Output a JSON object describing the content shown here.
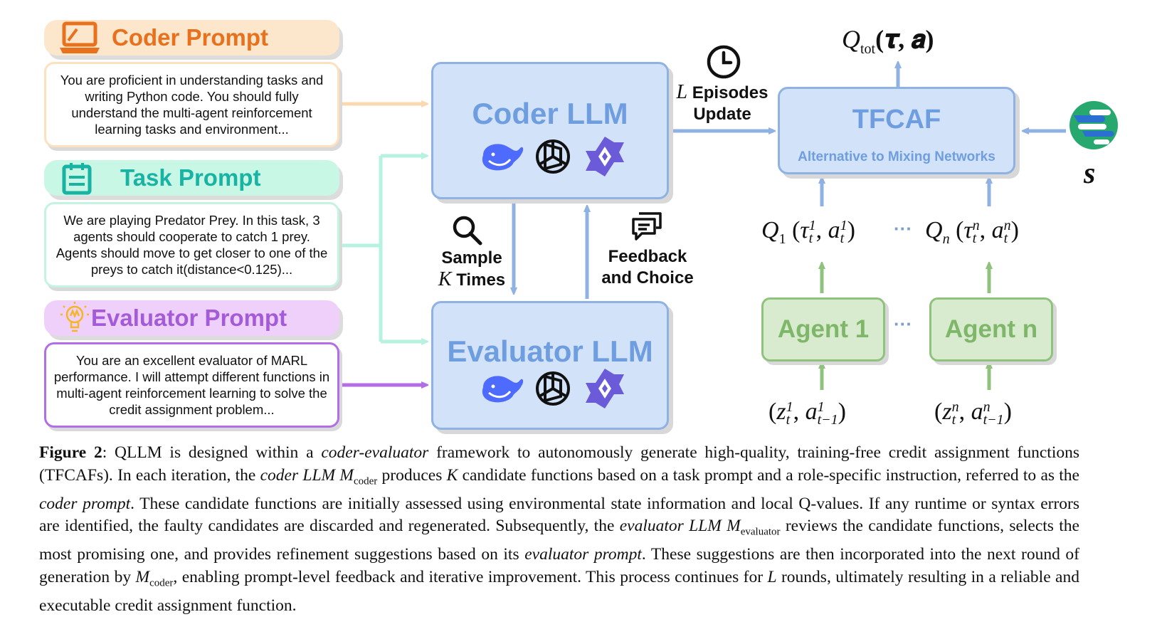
{
  "prompts": {
    "coder": {
      "title": "Coder Prompt",
      "text": "You are proficient in understanding tasks and writing Python code. You should fully understand the multi-agent reinforcement learning tasks and environment..."
    },
    "task": {
      "title": "Task Prompt",
      "text": "We are playing Predator Prey. In this task, 3 agents should cooperate to catch 1 prey. Agents should move to get closer to one of the preys to catch it(distance<0.125)..."
    },
    "evaluator": {
      "title": "Evaluator Prompt",
      "text": "You are an excellent evaluator of MARL performance. I will attempt different functions in multi-agent reinforcement learning to solve the credit assignment problem..."
    }
  },
  "llms": {
    "coder": "Coder LLM",
    "evaluator": "Evaluator LLM"
  },
  "labels": {
    "sample_word": "Sample",
    "sample_var": "K",
    "sample_times": "Times",
    "feedback_line1": "Feedback",
    "feedback_line2": "and Choice",
    "episodes_var": "L",
    "episodes_word": "Episodes",
    "episodes_update": "Update"
  },
  "tfcaf": {
    "title": "TFCAF",
    "subtitle": "Alternative to Mixing Networks"
  },
  "q_tot": {
    "Q": "Q",
    "sub": "tot",
    "args": "(𝝉,  𝒂)"
  },
  "state": "s",
  "q_values": {
    "q1": {
      "Q": "Q",
      "sub": "1",
      "tau": "τ",
      "tau_sub": "t",
      "tau_sup": "1",
      "a": "a",
      "a_sub": "t",
      "a_sup": "1"
    },
    "qn": {
      "Q": "Q",
      "sub": "n",
      "tau": "τ",
      "tau_sub": "t",
      "tau_sup": "n",
      "a": "a",
      "a_sub": "t",
      "a_sup": "n"
    }
  },
  "agents": {
    "a1": "Agent 1",
    "an": "Agent n",
    "dots": "···"
  },
  "inputs": {
    "in1": {
      "z": "z",
      "z_sub": "t",
      "z_sup": "1",
      "a": "a",
      "a_sub": "t−1",
      "a_sup": "1"
    },
    "inn": {
      "z": "z",
      "z_sub": "t",
      "z_sup": "n",
      "a": "a",
      "a_sub": "t−1",
      "a_sup": "n"
    }
  },
  "icons": [
    "laptop-icon",
    "clipboard-icon",
    "lightbulb-icon",
    "whale-icon",
    "openai-icon",
    "qwen-icon",
    "search-icon",
    "chat-icon",
    "clock-icon",
    "globe-icon"
  ],
  "colors": {
    "coder_orange": "#e8711e",
    "task_teal": "#19b3a4",
    "evaluator_purple": "#a35bd8",
    "llm_blue": "#6f9ee0",
    "agent_green": "#7fb76a"
  },
  "caption": {
    "fig": "Figure 2",
    "text": ": QLLM is designed within a coder-evaluator framework to autonomously generate high-quality, training-free credit assignment functions (TFCAFs). In each iteration, the coder LLM M_coder produces K candidate functions based on a task prompt and a role-specific instruction, referred to as the coder prompt. These candidate functions are initially assessed using environmental state information and local Q-values. If any runtime or syntax errors are identified, the faulty candidates are discarded and regenerated. Subsequently, the evaluator LLM M_evaluator reviews the candidate functions, selects the most promising one, and provides refinement suggestions based on its evaluator prompt. These suggestions are then incorporated into the next round of generation by M_coder, enabling prompt-level feedback and iterative improvement. This process continues for L rounds, ultimately resulting in a reliable and executable credit assignment function.",
    "segments": [
      {
        "t": "Figure 2",
        "s": "b"
      },
      {
        "t": ": QLLM is designed within a ",
        "s": ""
      },
      {
        "t": "coder-evaluator",
        "s": "i"
      },
      {
        "t": " framework to autonomously generate high-quality, training-free credit assignment functions (TFCAFs). In each iteration, the ",
        "s": ""
      },
      {
        "t": "coder LLM M",
        "s": "i"
      },
      {
        "t": "coder",
        "s": "sub"
      },
      {
        "t": " produces ",
        "s": ""
      },
      {
        "t": "K",
        "s": "i"
      },
      {
        "t": " candidate functions based on a task prompt and a role-specific instruction, referred to as the ",
        "s": ""
      },
      {
        "t": "coder prompt",
        "s": "i"
      },
      {
        "t": ". These candidate functions are initially assessed using environmental state information and local Q-values. If any runtime or syntax errors are identified, the faulty candidates are discarded and regenerated. Subsequently, the ",
        "s": ""
      },
      {
        "t": "evaluator LLM M",
        "s": "i"
      },
      {
        "t": "evaluator",
        "s": "sub"
      },
      {
        "t": " reviews the candidate functions, selects the most promising one, and provides refinement suggestions based on its ",
        "s": ""
      },
      {
        "t": "evaluator prompt",
        "s": "i"
      },
      {
        "t": ". These suggestions are then incorporated into the next round of generation by ",
        "s": ""
      },
      {
        "t": "M",
        "s": "i"
      },
      {
        "t": "coder",
        "s": "sub"
      },
      {
        "t": ", enabling prompt-level feedback and iterative improvement. This process continues for ",
        "s": ""
      },
      {
        "t": "L",
        "s": "i"
      },
      {
        "t": " rounds, ultimately resulting in a reliable and executable credit assignment function.",
        "s": ""
      }
    ]
  }
}
